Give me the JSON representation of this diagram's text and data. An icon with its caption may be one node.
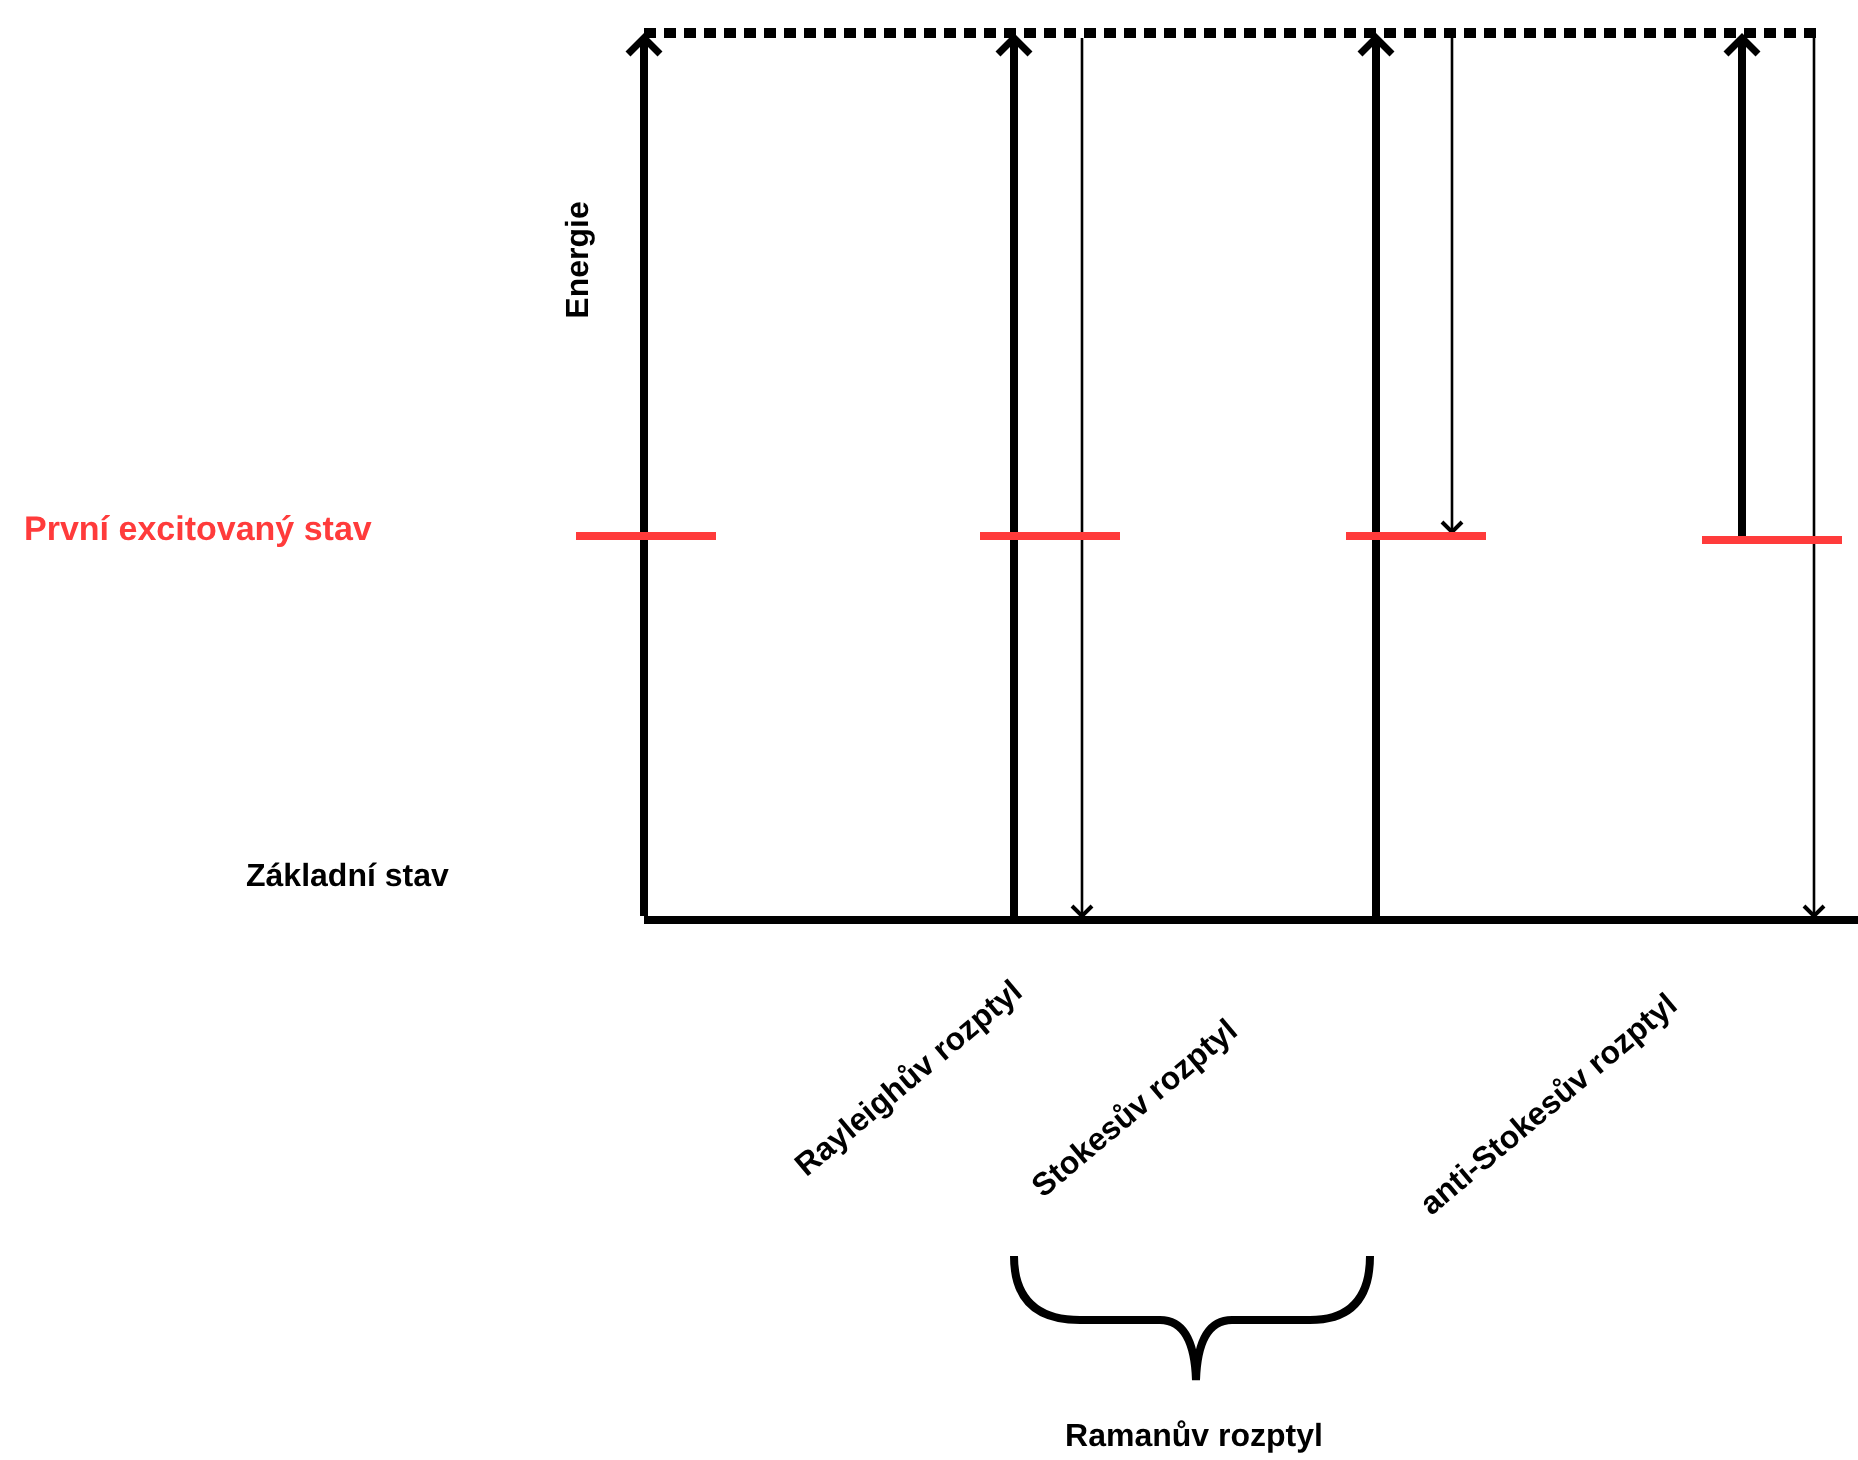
{
  "diagram": {
    "nodes": [
      {
        "text": [],
        "shape": "bar"
      },
      {
        "text": [],
        "shape": "bar"
      },
      {
        "text": [],
        "shape": "bar"
      },
      {
        "text": [],
        "shape": "bar"
      },
      {
        "text": [],
        "shape": "bar"
      },
      {
        "text": [],
        "shape": "bar"
      }
    ],
    "edges": [
      {
        "from": 1,
        "to": 0,
        "arrow": "to"
      },
      {
        "from": 1,
        "to": 0,
        "arrow": "to"
      },
      {
        "from": 0,
        "to": 1,
        "arrow": "to"
      },
      {
        "from": 1,
        "to": 0,
        "arrow": "to"
      },
      {
        "from": 0,
        "to": 4,
        "arrow": "to"
      },
      {
        "from": 5,
        "to": 0,
        "arrow": "to"
      },
      {
        "from": 0,
        "to": 1,
        "arrow": "to"
      }
    ],
    "labels": [
      "Energie",
      "První excitovaný stav",
      "Základní stav",
      "Rayleighův rozptyl",
      "Stokesův rozptyl",
      "anti-Stokesův rozptyl",
      "Ramanův rozptyl"
    ]
  }
}
